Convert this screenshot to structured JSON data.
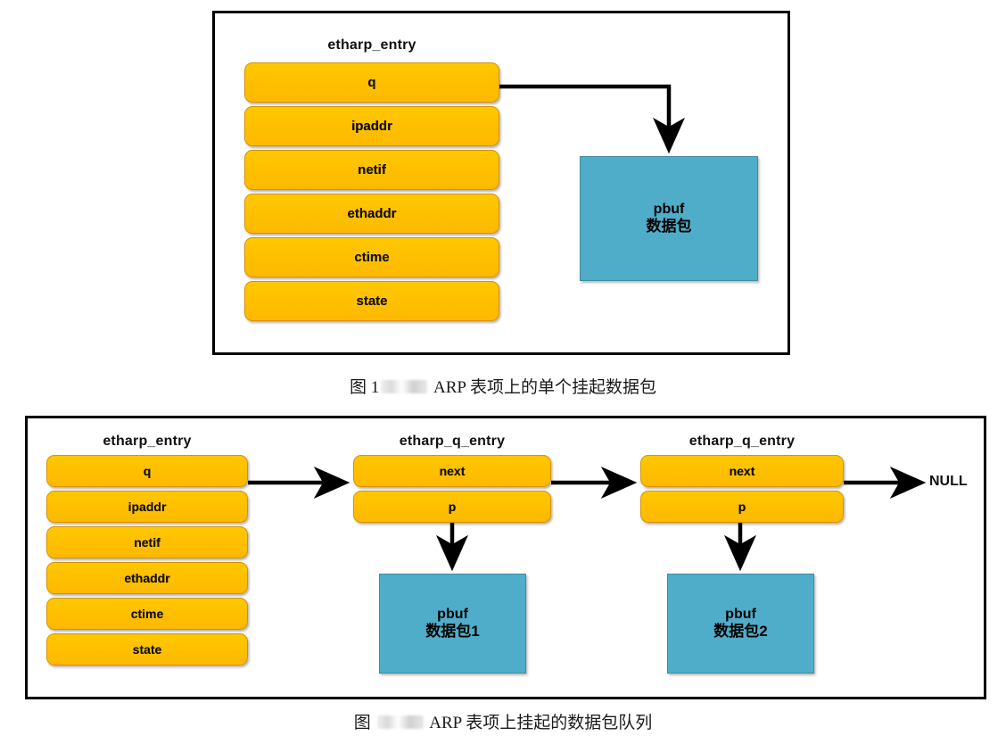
{
  "figure1": {
    "struct": {
      "label": "etharp_entry",
      "fields": [
        "q",
        "ipaddr",
        "netif",
        "ethaddr",
        "ctime",
        "state"
      ]
    },
    "pbuf": {
      "line1": "pbuf",
      "line2": "数据包"
    },
    "arrow_from_field": "q",
    "caption": {
      "prefix": "图",
      "number": "1",
      "redacted": "",
      "text": "ARP 表项上的单个挂起数据包"
    }
  },
  "figure2": {
    "struct": {
      "label": "etharp_entry",
      "fields": [
        "q",
        "ipaddr",
        "netif",
        "ethaddr",
        "ctime",
        "state"
      ]
    },
    "q_entries": [
      {
        "label": "etharp_q_entry",
        "fields": [
          "next",
          "p"
        ],
        "pbuf": {
          "line1": "pbuf",
          "line2": "数据包1"
        }
      },
      {
        "label": "etharp_q_entry",
        "fields": [
          "next",
          "p"
        ],
        "pbuf": {
          "line1": "pbuf",
          "line2": "数据包2"
        }
      }
    ],
    "terminator": "NULL",
    "caption": {
      "prefix": "图",
      "number": "",
      "redacted": "",
      "text": "ARP 表项上挂起的数据包队列"
    }
  },
  "colors": {
    "field_fill": "#FFC000",
    "field_border": "#D79200",
    "pbuf_fill": "#4FADC9",
    "pbuf_border": "#3F8CA3",
    "frame_border": "#000000",
    "connector": "#000000",
    "text": "#111111"
  }
}
